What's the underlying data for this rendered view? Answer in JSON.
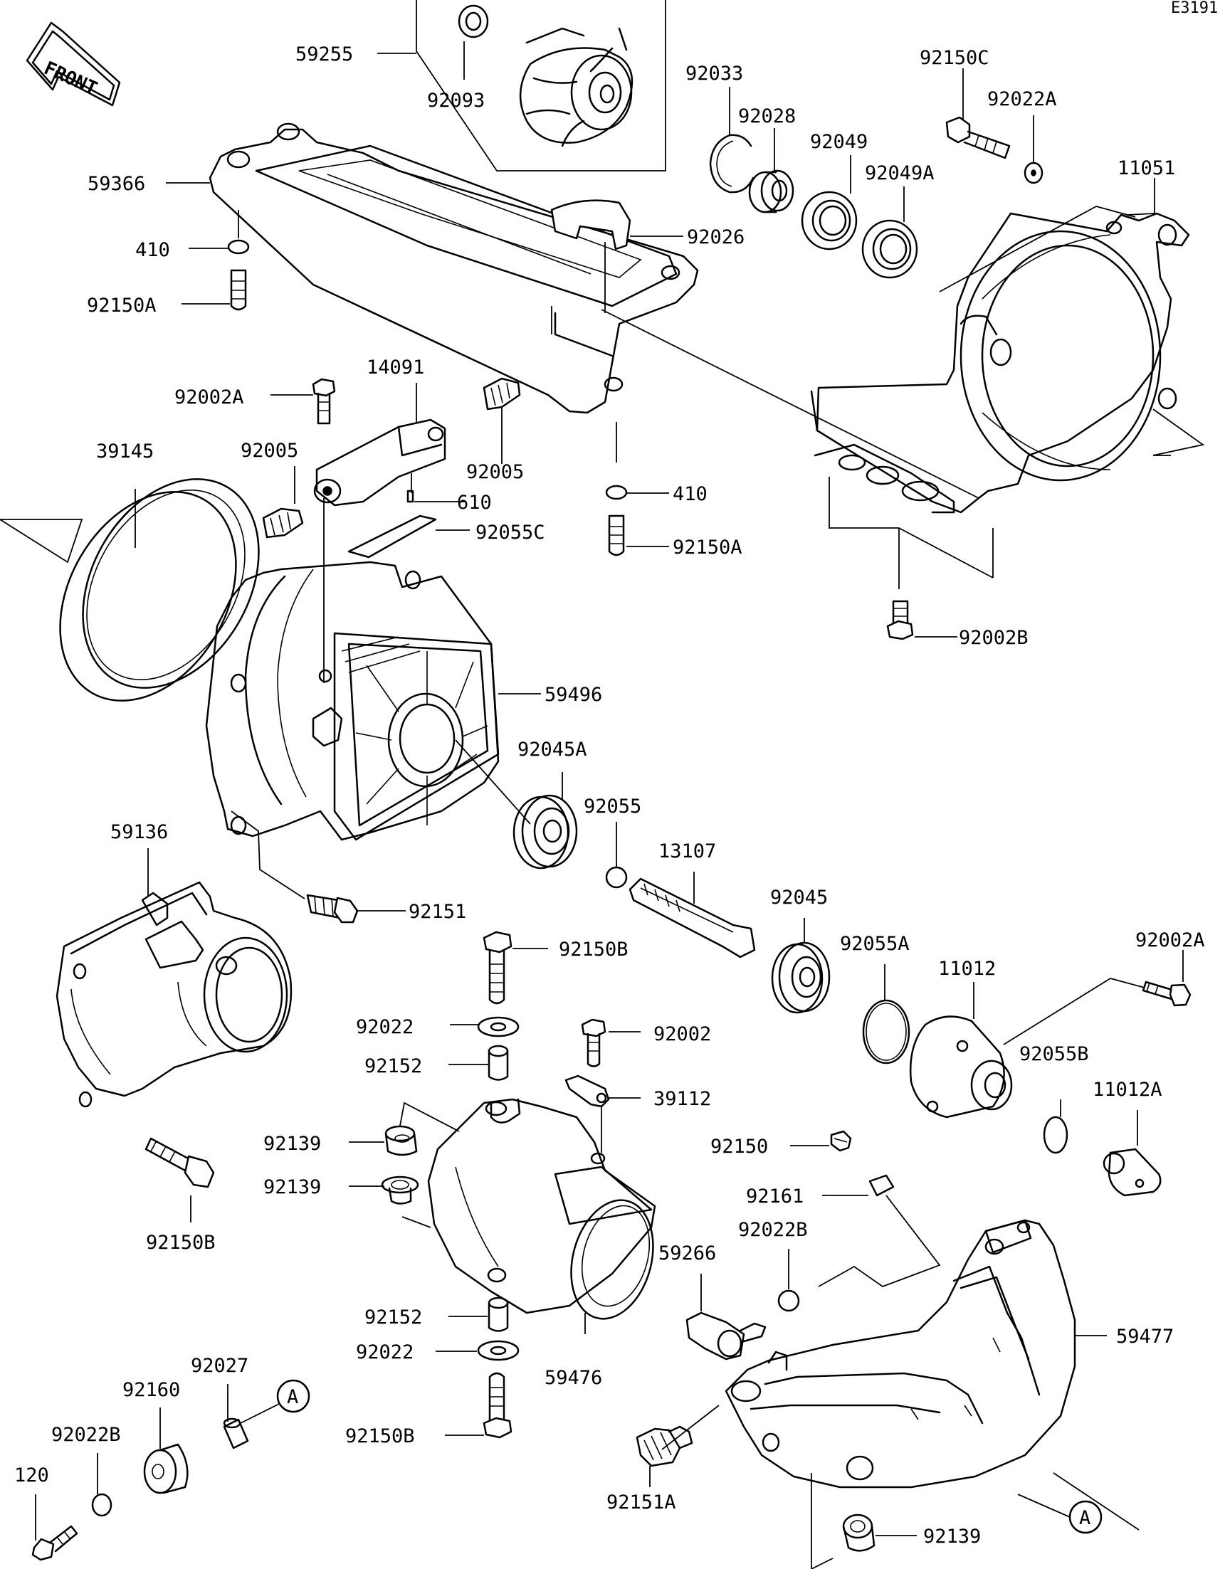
{
  "diagram_code": "E3191",
  "front_label": "FRONT",
  "ref_marker": "A",
  "labels": {
    "p59255": "59255",
    "p92093": "92093",
    "p92033": "92033",
    "p92028": "92028",
    "p92049": "92049",
    "p92049A": "92049A",
    "p92150C": "92150C",
    "p92022A": "92022A",
    "p11051": "11051",
    "p59366": "59366",
    "p92026": "92026",
    "p410_top": "410",
    "p92150A_top": "92150A",
    "p14091": "14091",
    "p92002A_top": "92002A",
    "p92005_left": "92005",
    "p92005_right": "92005",
    "p610": "610",
    "p410_mid": "410",
    "p92150A_mid": "92150A",
    "p92055C": "92055C",
    "p39145": "39145",
    "p92002B": "92002B",
    "p59496": "59496",
    "p92045A": "92045A",
    "p92055": "92055",
    "p13107": "13107",
    "p59136": "59136",
    "p92151": "92151",
    "p92045": "92045",
    "p92055A": "92055A",
    "p92002A_right": "92002A",
    "p11012": "11012",
    "p92150B_mid": "92150B",
    "p92022_top": "92022",
    "p92002": "92002",
    "p92152_top": "92152",
    "p39112": "39112",
    "p92055B": "92055B",
    "p11012A": "11012A",
    "p92139_a": "92139",
    "p92150": "92150",
    "p92139_b": "92139",
    "p92161": "92161",
    "p92150B_left": "92150B",
    "p92022B_mid": "92022B",
    "p59266": "59266",
    "p59477": "59477",
    "p92152_bot": "92152",
    "p92022_bot": "92022",
    "p59476": "59476",
    "p92027": "92027",
    "p92160": "92160",
    "p92150B_bot": "92150B",
    "p92022B_bot": "92022B",
    "p120": "120",
    "p92151A": "92151A",
    "p92139_c": "92139"
  }
}
